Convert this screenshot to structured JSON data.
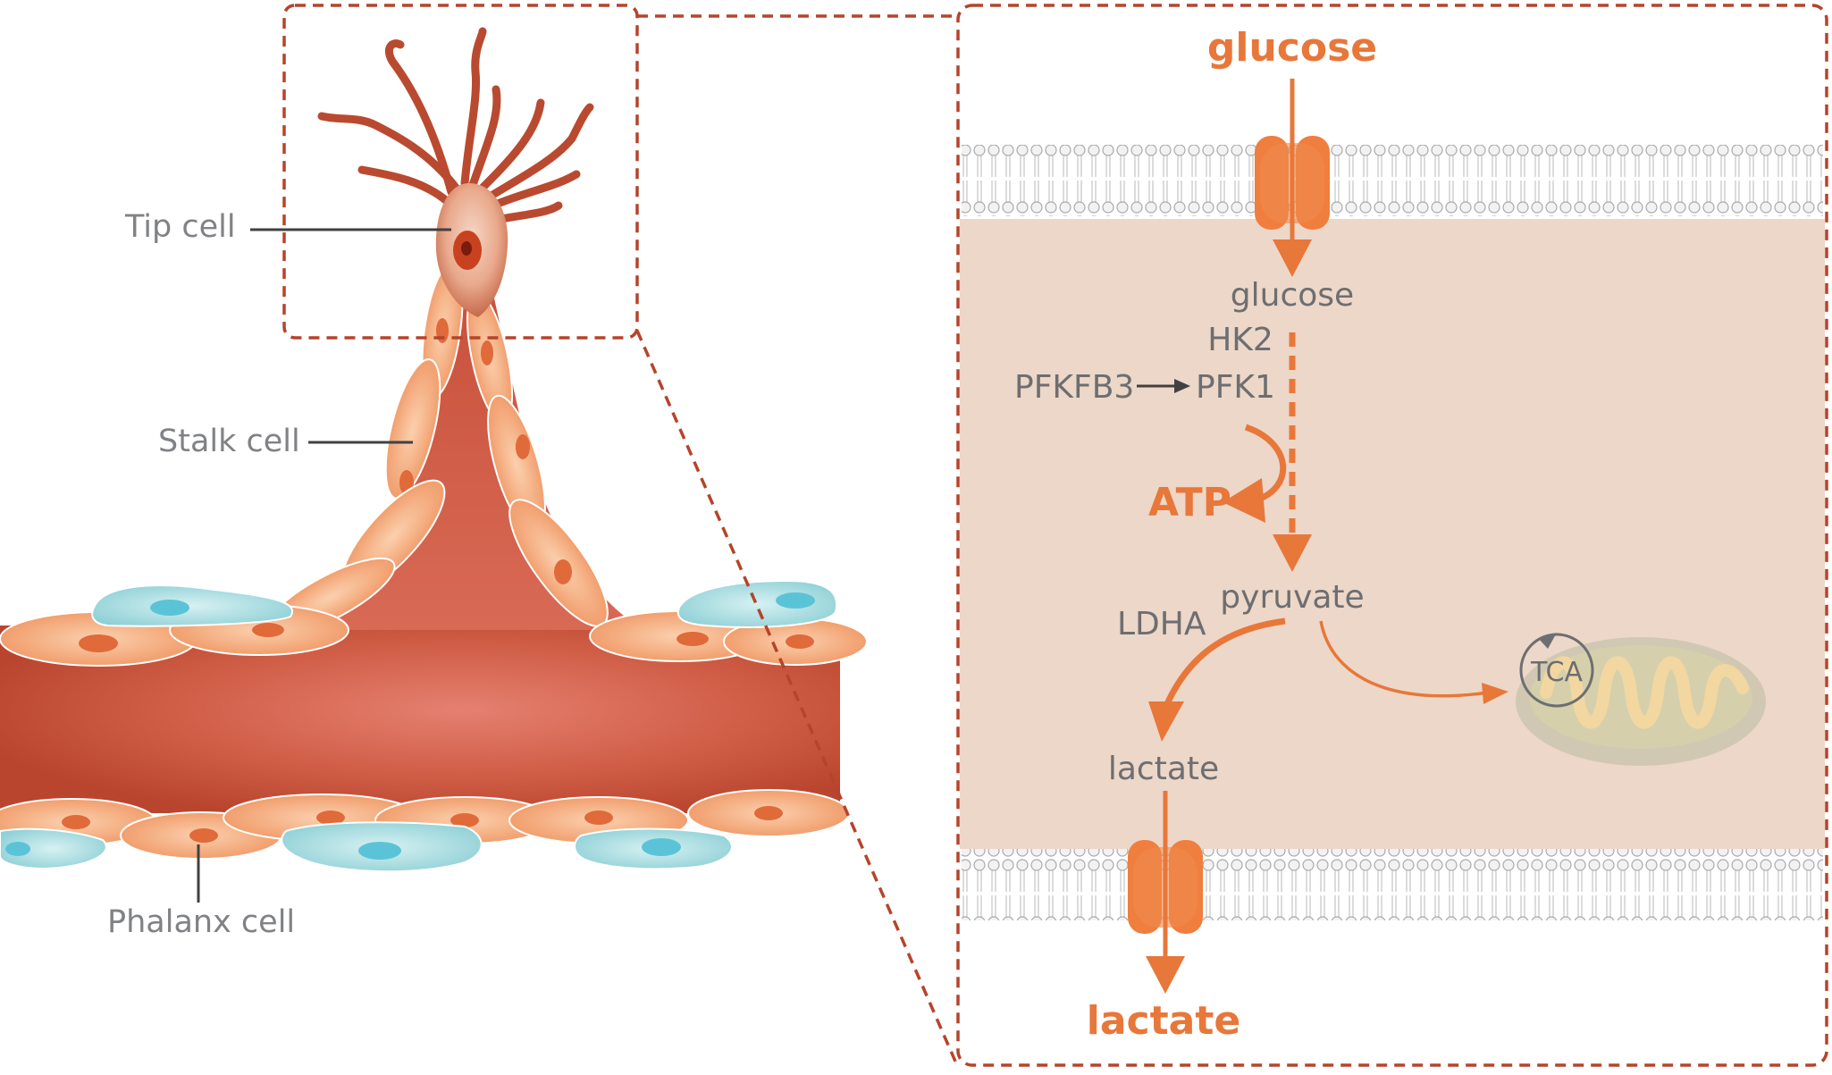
{
  "labels": {
    "tip_cell": "Tip cell",
    "stalk_cell": "Stalk cell",
    "phalanx_cell": "Phalanx cell",
    "glucose_outside": "glucose",
    "glucose_inside": "glucose",
    "hk2": "HK2",
    "pfkfb3": "PFKFB3",
    "pfk1": "PFK1",
    "atp": "ATP",
    "pyruvate": "pyruvate",
    "ldha": "LDHA",
    "tca": "TCA",
    "lactate_inside": "lactate",
    "lactate_outside": "lactate"
  },
  "colors": {
    "vessel": "#c8503a",
    "vessel_light": "#e07868",
    "tip_filopodia": "#b94a30",
    "stalk_cell": "#f2a26e",
    "stalk_nucleus": "#e06a3a",
    "phalanx_cell": "#a9dfe2",
    "phalanx_nucleus": "#5bc3d8",
    "cytoplasm": "#edd7c8",
    "accent_orange": "#e8773a",
    "dashed_border": "#b5442b",
    "label_gray": "#6d6e71",
    "membrane": "#d0d0d0"
  }
}
